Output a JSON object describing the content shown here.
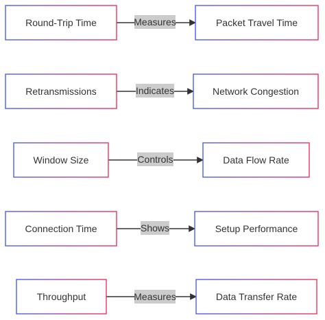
{
  "colors": {
    "box_gradient_start": "#4a5ef0",
    "box_gradient_end": "#f0325e",
    "box_fill": "#ffffff",
    "edge": "#333333",
    "edge_label_bg": "#cccccc",
    "text": "#333333"
  },
  "rows": [
    {
      "source": "Round-Trip Time",
      "relation": "Measures",
      "target": "Packet Travel Time"
    },
    {
      "source": "Retransmissions",
      "relation": "Indicates",
      "target": "Network Congestion"
    },
    {
      "source": "Window Size",
      "relation": "Controls",
      "target": "Data Flow Rate"
    },
    {
      "source": "Connection Time",
      "relation": "Shows",
      "target": "Setup Performance"
    },
    {
      "source": "Throughput",
      "relation": "Measures",
      "target": "Data Transfer Rate"
    }
  ]
}
